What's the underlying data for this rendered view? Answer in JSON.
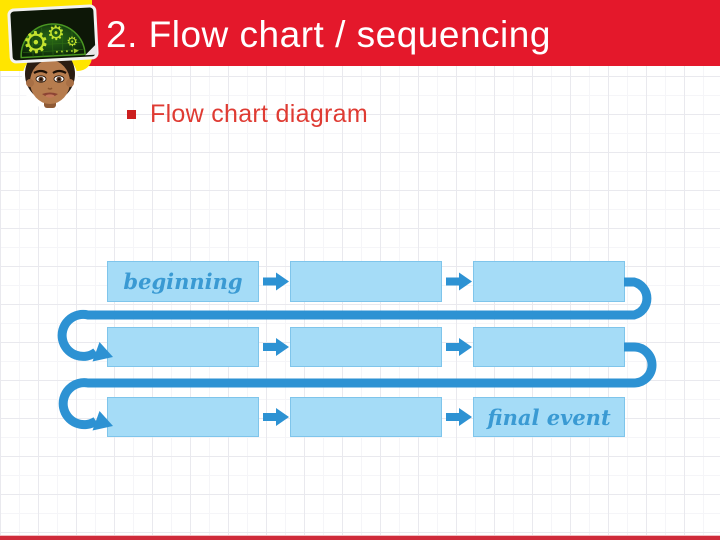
{
  "slide": {
    "header": {
      "title": "2. Flow chart / sequencing"
    },
    "bullet": {
      "text": "Flow chart diagram"
    },
    "flowchart": {
      "rows": [
        {
          "boxes": [
            "beginning",
            "",
            ""
          ]
        },
        {
          "boxes": [
            "",
            "",
            ""
          ]
        },
        {
          "boxes": [
            "",
            "",
            "final event"
          ]
        }
      ]
    },
    "colors": {
      "header_red": "#e4182b",
      "bullet_text_red": "#df3b33",
      "bullet_square_red": "#cc1f1f",
      "accent_yellow": "#ffe500",
      "box_fill_blue": "#a5dcf7",
      "box_border_blue": "#7fc5eb",
      "connector_blue": "#2d92d3",
      "script_text_blue": "#3a9ad3",
      "bottom_line_red": "#cf2b3a"
    },
    "icons": {
      "avatar": "thinking-head-with-gears",
      "flow_arrow": "right-block-arrow",
      "connector_arrow": "loop-arrowhead",
      "bullet": "red-square"
    }
  }
}
